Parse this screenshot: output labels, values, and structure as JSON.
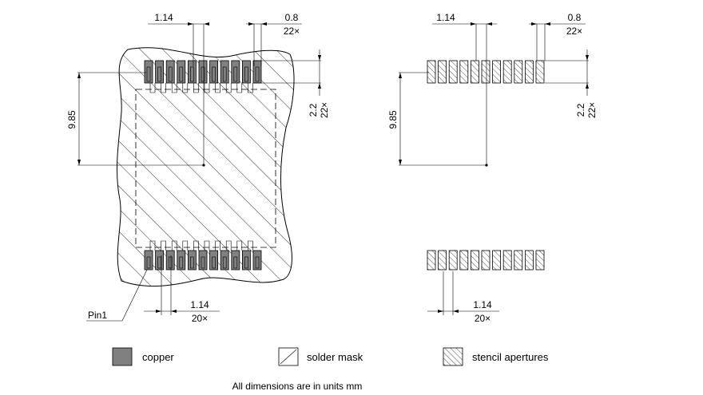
{
  "labels": {
    "left_top_pitch": "1.14",
    "left_top_width": "0.8",
    "left_top_count": "22×",
    "left_height": "9.85",
    "left_pad_len": "2.2",
    "left_pad_count": "22×",
    "left_bottom_pitch": "1.14",
    "left_bottom_count": "20×",
    "pin1": "Pin1",
    "right_top_pitch": "1.14",
    "right_top_width": "0.8",
    "right_top_count": "22×",
    "right_height": "9.85",
    "right_pad_len": "2.2",
    "right_pad_count": "22×",
    "right_bottom_pitch": "1.14",
    "right_bottom_count": "20×"
  },
  "legend": [
    {
      "label": "copper",
      "pattern": "copper"
    },
    {
      "label": "solder mask",
      "pattern": "mask"
    },
    {
      "label": "stencil apertures",
      "pattern": "stencil"
    }
  ],
  "footer": "All dimensions are in units mm",
  "colors": {
    "copper": "#808080",
    "line": "#000000"
  }
}
